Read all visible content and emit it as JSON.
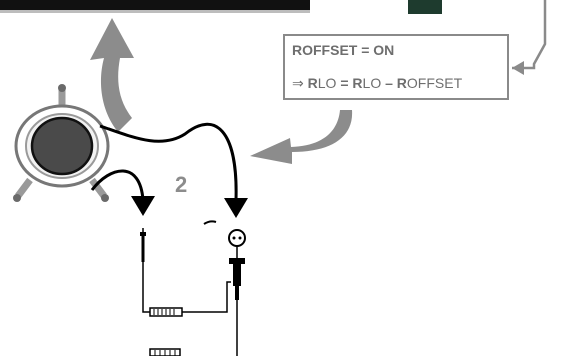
{
  "colors": {
    "arrow_gray": "#8c8c8c",
    "box_border": "#8a8a8a",
    "text_gray": "#6e6e6e",
    "display_dark": "#111111",
    "lcd_green": "#1e3b2e",
    "knob_dark": "#4a4a4a"
  },
  "info_box": {
    "line1": "ROFFSET = ON",
    "implies_symbol": "⇒",
    "line2_r1": "R",
    "line2_s1": "LO",
    "line2_eq": " = ",
    "line2_r2": "R",
    "line2_s2": "LO",
    "line2_minus": " – ",
    "line2_r3": "R",
    "line2_s3": "OFFSET"
  },
  "step_number": "2",
  "icons": [
    "rotary-switch-icon",
    "test-probe-icon",
    "input-socket-icon",
    "curved-arrow-icon"
  ]
}
